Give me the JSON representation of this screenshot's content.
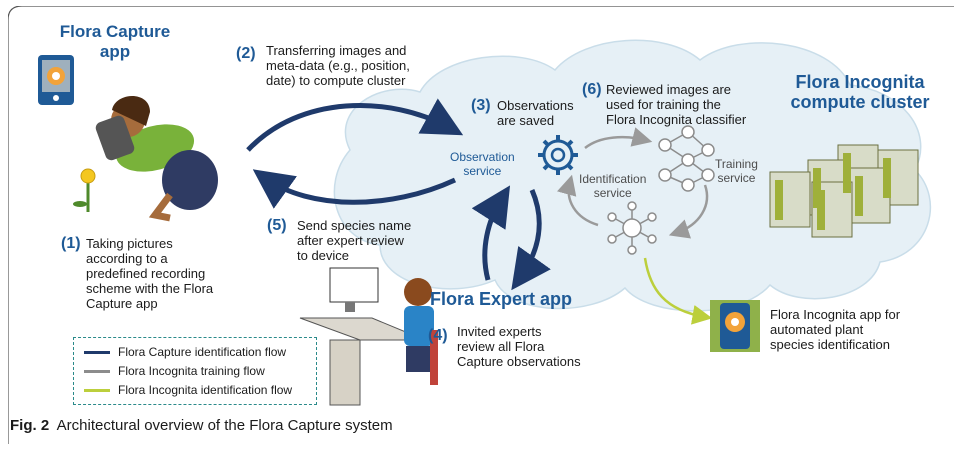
{
  "titles": {
    "flora_capture_app": "Flora Capture\napp",
    "flora_incognita_cluster": "Flora Incognita\ncompute cluster",
    "flora_expert_app": "Flora Expert app"
  },
  "steps": [
    {
      "num": "(1)",
      "text": "Taking pictures\naccording to a\npredefined recording\nscheme with the Flora\nCapture app"
    },
    {
      "num": "(2)",
      "text": "Transferring images and\nmeta-data (e.g., position,\ndate) to compute cluster"
    },
    {
      "num": "(3)",
      "text": "Observations\nare saved"
    },
    {
      "num": "(4)",
      "text": "Invited experts\nreview all Flora\nCapture observations"
    },
    {
      "num": "(5)",
      "text": "Send species name\nafter expert review\nto device"
    },
    {
      "num": "(6)",
      "text": "Reviewed images are\nused for training the\nFlora Incognita classifier"
    }
  ],
  "services": {
    "observation": "Observation\nservice",
    "identification": "Identification\nservice",
    "training": "Training\nservice"
  },
  "incognita_app_text": "Flora Incognita app for\nautomated plant\nspecies identification",
  "legend": [
    {
      "label": "Flora Capture identification flow",
      "color": "#1f3a6b"
    },
    {
      "label": "Flora Incognita training flow",
      "color": "#8c8c8c"
    },
    {
      "label": "Flora Incognita identification flow",
      "color": "#bccf3c"
    }
  ],
  "caption": {
    "fig": "Fig. 2",
    "text": "  Architectural overview of the Flora Capture system"
  },
  "colors": {
    "accent": "#1f5a96",
    "arrow_dark": "#1f3a6b",
    "arrow_gray": "#8c8c8c",
    "arrow_lime": "#bccf3c",
    "cloud": "#e6f0f6"
  }
}
